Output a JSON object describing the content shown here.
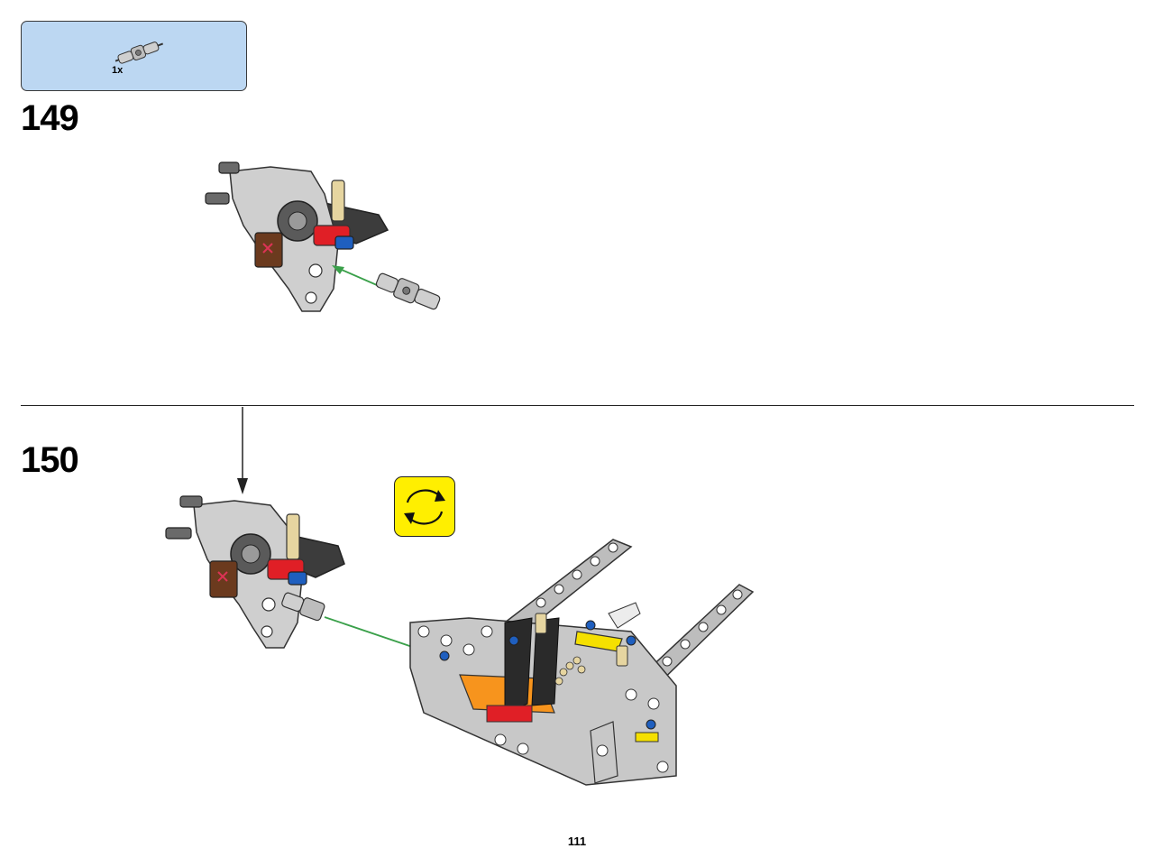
{
  "parts_callout": {
    "quantity": "1x",
    "part_icon": "universal-joint-icon"
  },
  "steps": [
    {
      "number": "149"
    },
    {
      "number": "150"
    }
  ],
  "page_number": "111",
  "colors": {
    "parts_box_bg": "#bcd7f2",
    "rotate_icon_bg": "#ffef00",
    "assembly_arrow": "#3aa04a",
    "light_gray": "#c8c8c8",
    "dark_gray": "#505050",
    "red": "#e01f26",
    "blue": "#1f5fbf",
    "orange": "#f7941d",
    "yellow": "#f5e000",
    "tan": "#e6d5a0",
    "brown": "#6b3a1e"
  }
}
